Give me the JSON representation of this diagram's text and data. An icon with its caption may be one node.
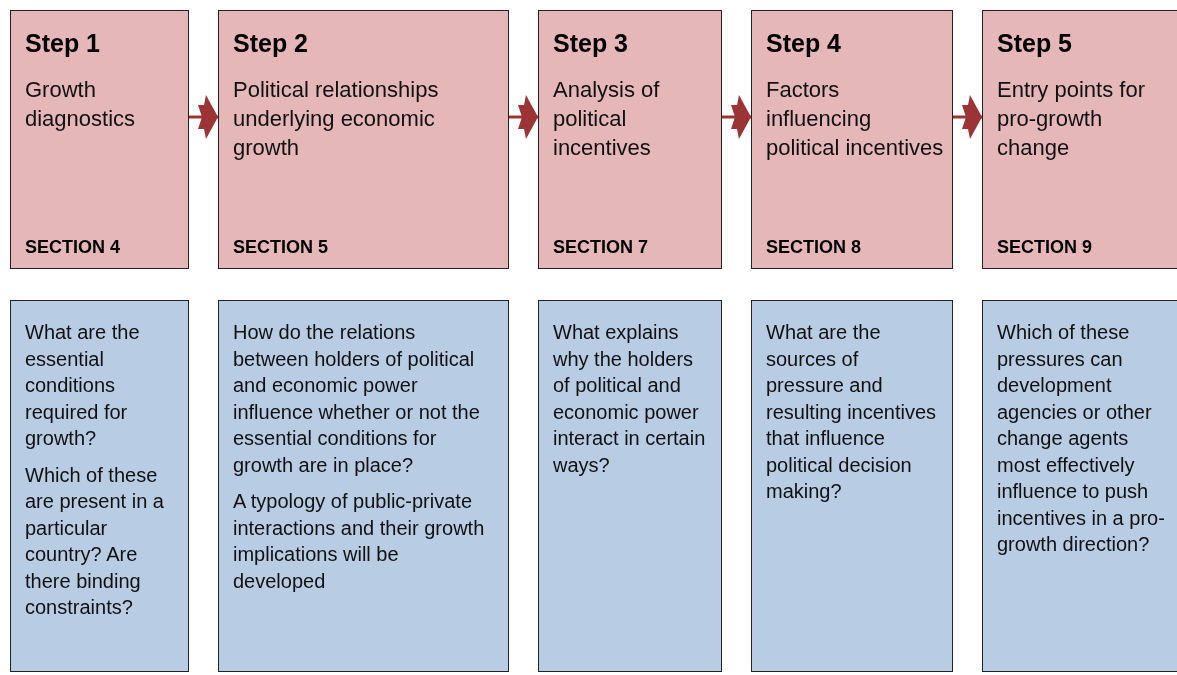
{
  "diagram": {
    "nodes": [
      {
        "text": [
          "Step 1",
          "Growth diagnostics",
          "SECTION 4"
        ]
      },
      {
        "text": [
          "Step 2",
          "Political relationships underlying economic growth",
          "SECTION 5"
        ]
      },
      {
        "text": [
          "Step 3",
          "Analysis of political incentives",
          "SECTION 7"
        ]
      },
      {
        "text": [
          "Step 4",
          "Factors influencing political incentives",
          "SECTION 8"
        ]
      },
      {
        "text": [
          "Step 5",
          "Entry points for pro-growth change",
          "SECTION 9"
        ]
      },
      {
        "text": [
          "What are the essential conditions required for growth?",
          "Which of these are present in a particular country?  Are there binding constraints?"
        ]
      },
      {
        "text": [
          "How do the relations between holders of political and economic power influence whether or not the essential conditions for growth are in place?",
          "A typology of public-private interactions and their growth implications will be developed"
        ]
      },
      {
        "text": [
          "What explains why the holders of political and economic power interact in certain ways?"
        ]
      },
      {
        "text": [
          "What are the sources of pressure and resulting incentives that influence political decision making?"
        ]
      },
      {
        "text": [
          "Which of these pressures can development agencies or other change agents most effectively influence to push incentives in a pro-growth direction?"
        ]
      }
    ],
    "edges": [
      {
        "from": 0,
        "to": 1,
        "arrow": "to"
      },
      {
        "from": 1,
        "to": 2,
        "arrow": "to"
      },
      {
        "from": 2,
        "to": 3,
        "arrow": "to"
      },
      {
        "from": 3,
        "to": 4,
        "arrow": "to"
      }
    ]
  }
}
